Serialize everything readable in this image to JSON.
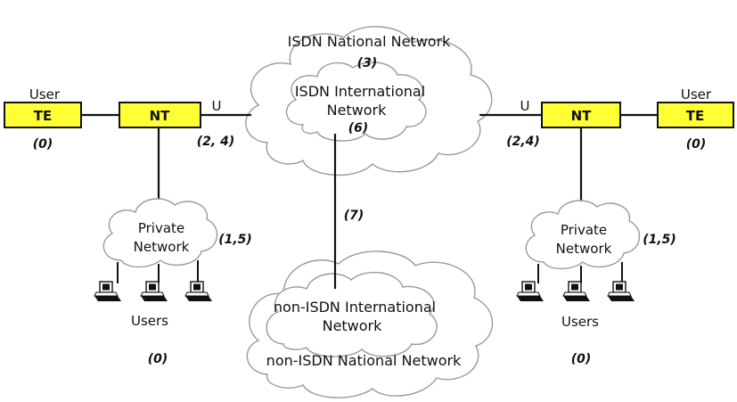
{
  "colors": {
    "box_fill": "#ffff33",
    "box_stroke": "#111111",
    "cloud_fill": "#ffffff",
    "cloud_stroke": "#9a9a9a",
    "line": "#111111"
  },
  "left": {
    "user_label": "User",
    "te_label": "TE",
    "nt_label": "NT",
    "u_label": "U",
    "te_ref": "(0)",
    "nt_ref": "(2, 4)",
    "private_network": [
      "Private",
      "Network"
    ],
    "private_ref": "(1,5)",
    "users_label": "Users",
    "users_ref": "(0)"
  },
  "right": {
    "user_label": "User",
    "te_label": "TE",
    "nt_label": "NT",
    "u_label": "U",
    "te_ref": "(0)",
    "nt_ref": "(2,4)",
    "private_network": [
      "Private",
      "Network"
    ],
    "private_ref": "(1,5)",
    "users_label": "Users",
    "users_ref": "(0)"
  },
  "center": {
    "isdn_national": "ISDN National Network",
    "isdn_national_ref": "(3)",
    "isdn_international": [
      "ISDN International",
      "Network"
    ],
    "isdn_international_ref": "(6)",
    "link_ref": "(7)",
    "non_isdn_international": [
      "non-ISDN International",
      "Network"
    ],
    "non_isdn_national": "non-ISDN National Network"
  },
  "icons": {
    "terminal": "computer-terminal-icon",
    "cloud": "network-cloud-icon"
  }
}
